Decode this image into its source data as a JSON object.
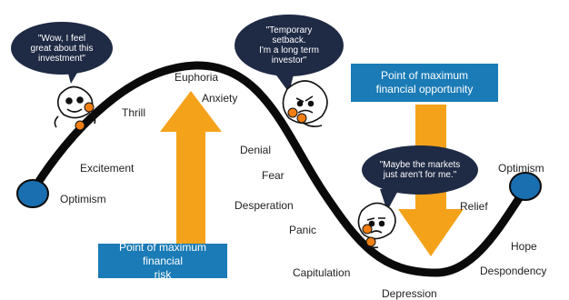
{
  "colors": {
    "curve": "#0a0a0a",
    "endpoint": "#1a6fb0",
    "arrow": "#f5a21b",
    "box": "#1a7bb6",
    "bubble": "#1f2a44",
    "dot": "#f07e12"
  },
  "stages": [
    {
      "id": "optimism-left",
      "label": "Optimism"
    },
    {
      "id": "excitement",
      "label": "Excitement"
    },
    {
      "id": "thrill",
      "label": "Thrill"
    },
    {
      "id": "euphoria",
      "label": "Euphoria"
    },
    {
      "id": "anxiety",
      "label": "Anxiety"
    },
    {
      "id": "denial",
      "label": "Denial"
    },
    {
      "id": "fear",
      "label": "Fear"
    },
    {
      "id": "desperation",
      "label": "Desperation"
    },
    {
      "id": "panic",
      "label": "Panic"
    },
    {
      "id": "capitulation",
      "label": "Capitulation"
    },
    {
      "id": "depression",
      "label": "Depression"
    },
    {
      "id": "hope",
      "label": "Hope"
    },
    {
      "id": "relief",
      "label": "Relief"
    },
    {
      "id": "optimism-right",
      "label": "Optimism"
    },
    {
      "id": "despondency",
      "label": "Despondency"
    }
  ],
  "bubbles": {
    "euphoria_quote": "\"Wow, I feel\ngreat about this\ninvestment\"",
    "setback_quote": "\"Temporary\nsetback.\nI'm a long term\ninvestor\"",
    "markets_quote": "\"Maybe the markets\njust aren't for me.\""
  },
  "boxes": {
    "max_risk": "Point of maximum financial\nrisk",
    "max_opportunity": "Point of maximum\nfinancial opportunity"
  },
  "figures": [
    {
      "id": "investor-happy",
      "icon": "cartoon-investor-icon"
    },
    {
      "id": "investor-worried",
      "icon": "cartoon-investor-icon"
    },
    {
      "id": "investor-despondent",
      "icon": "cartoon-investor-icon"
    }
  ]
}
